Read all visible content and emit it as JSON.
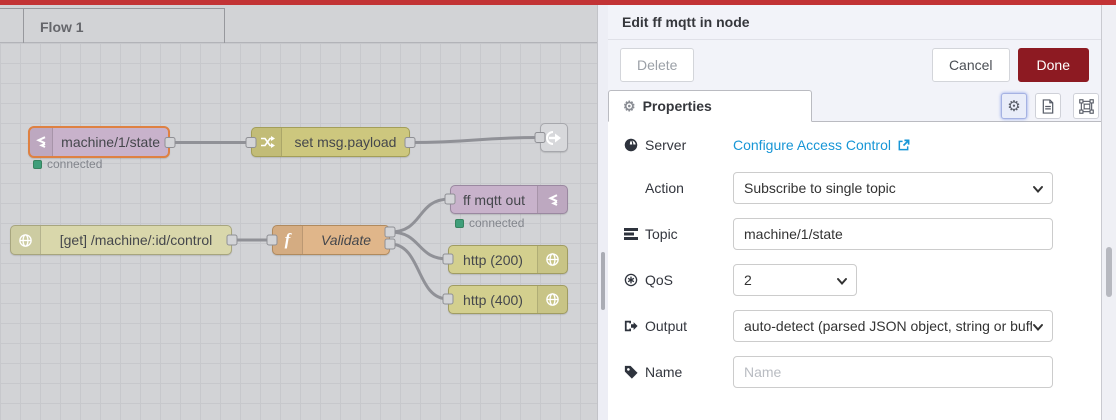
{
  "header": {
    "bar_color": "#c23335"
  },
  "workspace": {
    "tab": "Flow 1",
    "nodes": {
      "mqtt_in": {
        "label": "machine/1/state",
        "status": "connected",
        "type": "mqtt in",
        "selected": true
      },
      "change": {
        "label": "set msg.payload",
        "type": "change"
      },
      "link_out": {
        "type": "link out"
      },
      "mqtt_out": {
        "label": "ff mqtt out",
        "status": "connected",
        "type": "mqtt out"
      },
      "http_in": {
        "label": "[get] /machine/:id/control",
        "type": "http in"
      },
      "function": {
        "label": "Validate",
        "type": "function"
      },
      "http_200": {
        "label": "http (200)",
        "type": "http response"
      },
      "http_400": {
        "label": "http (400)",
        "type": "http response"
      }
    },
    "colors": {
      "mqtt_node": "#c8b2cb",
      "change_node": "#cdc77e",
      "function_node": "#e0b68a",
      "http_in_node": "#d9d7ab",
      "http_response_node": "#d3cf8e",
      "link_node": "#d7d8db",
      "selected_border": "#de8142",
      "status_green": "#3f9e7a",
      "wire": "#909197"
    }
  },
  "panel": {
    "title": "Edit ff mqtt in node",
    "toolbar": {
      "delete": "Delete",
      "cancel": "Cancel",
      "done": "Done",
      "done_color": "#8d1a22"
    },
    "tabs": {
      "properties": "Properties"
    },
    "form": {
      "server": {
        "label": "Server",
        "value": "Configure Access Control",
        "link_color": "#1796d6"
      },
      "action": {
        "label": "Action",
        "value": "Subscribe to single topic"
      },
      "topic": {
        "label": "Topic",
        "value": "machine/1/state"
      },
      "qos": {
        "label": "QoS",
        "value": "2"
      },
      "output": {
        "label": "Output",
        "value": "auto-detect (parsed JSON object, string or buff"
      },
      "name": {
        "label": "Name",
        "value": "",
        "placeholder": "Name"
      }
    }
  }
}
